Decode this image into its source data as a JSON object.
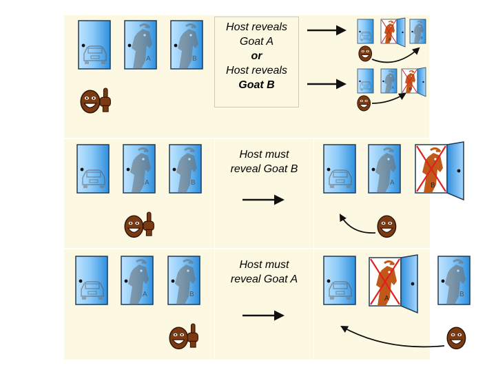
{
  "rows": [
    {
      "caption_lines": [
        "Host reveals",
        "Goat A",
        "or",
        "Host reveals",
        "Goat B"
      ],
      "caption_bold": [
        false,
        false,
        true,
        false,
        true
      ]
    },
    {
      "caption_lines": [
        "Host must",
        "reveal Goat B"
      ]
    },
    {
      "caption_lines": [
        "Host must",
        "reveal Goat A"
      ]
    }
  ],
  "door_labels": {
    "goat_a": "A",
    "goat_b": "B"
  },
  "colors": {
    "door_blue": "#3aa0e8",
    "door_light": "#bfe3ff",
    "goat_gray": "#6b6b6b",
    "goat_brown": "#c0581a",
    "cross_red": "#e0201c",
    "panel_bg": "#fdf8e1",
    "face_brown": "#7a3a12"
  },
  "icons": [
    "door-icon",
    "car-icon",
    "goat-icon",
    "contestant-face-icon",
    "pointing-hand-icon",
    "arrow-right-icon",
    "curved-arrow-icon",
    "red-cross-icon"
  ]
}
